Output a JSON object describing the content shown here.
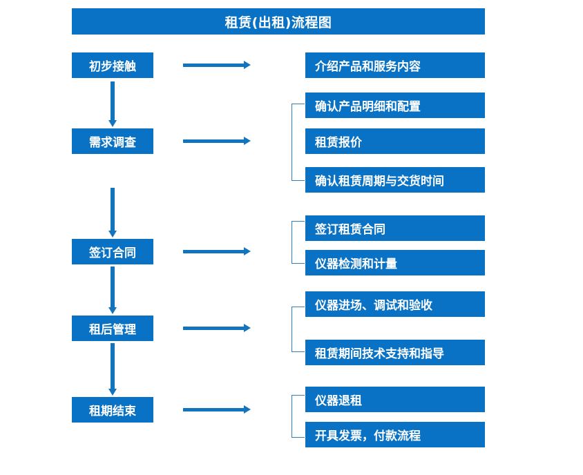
{
  "diagram": {
    "title": "租赁(出租)流程图",
    "accent_color": "#0a72c4",
    "line_color": "#1274bd",
    "bracket_color": "#2f7ec2",
    "background_color": "#ffffff"
  },
  "stages": [
    {
      "id": "stage-1",
      "label": "初步接触"
    },
    {
      "id": "stage-2",
      "label": "需求调查"
    },
    {
      "id": "stage-3",
      "label": "签订合同"
    },
    {
      "id": "stage-4",
      "label": "租后管理"
    },
    {
      "id": "stage-5",
      "label": "租期结束"
    }
  ],
  "details": [
    {
      "id": "detail-1-1",
      "label": "介绍产品和服务内容"
    },
    {
      "id": "detail-2-1",
      "label": "确认产品明细和配置"
    },
    {
      "id": "detail-2-2",
      "label": "租赁报价"
    },
    {
      "id": "detail-2-3",
      "label": "确认租赁周期与交货时间"
    },
    {
      "id": "detail-3-1",
      "label": "签订租赁合同"
    },
    {
      "id": "detail-3-2",
      "label": "仪器检测和计量"
    },
    {
      "id": "detail-4-1",
      "label": "仪器进场、调试和验收"
    },
    {
      "id": "detail-4-2",
      "label": "租赁期间技术支持和指导"
    },
    {
      "id": "detail-5-1",
      "label": "仪器退租"
    },
    {
      "id": "detail-5-2",
      "label": "开具发票，付款流程"
    }
  ],
  "chart_data": {
    "type": "diagram",
    "title": "租赁(出租)流程图",
    "flow": [
      {
        "stage": "初步接触",
        "outputs": [
          "介绍产品和服务内容"
        ]
      },
      {
        "stage": "需求调查",
        "outputs": [
          "确认产品明细和配置",
          "租赁报价",
          "确认租赁周期与交货时间"
        ]
      },
      {
        "stage": "签订合同",
        "outputs": [
          "签订租赁合同",
          "仪器检测和计量"
        ]
      },
      {
        "stage": "租后管理",
        "outputs": [
          "仪器进场、调试和验收",
          "租赁期间技术支持和指导"
        ]
      },
      {
        "stage": "租期结束",
        "outputs": [
          "仪器退租",
          "开具发票，付款流程"
        ]
      }
    ],
    "sequence": [
      "初步接触",
      "需求调查",
      "签订合同",
      "租后管理",
      "租期结束"
    ]
  }
}
